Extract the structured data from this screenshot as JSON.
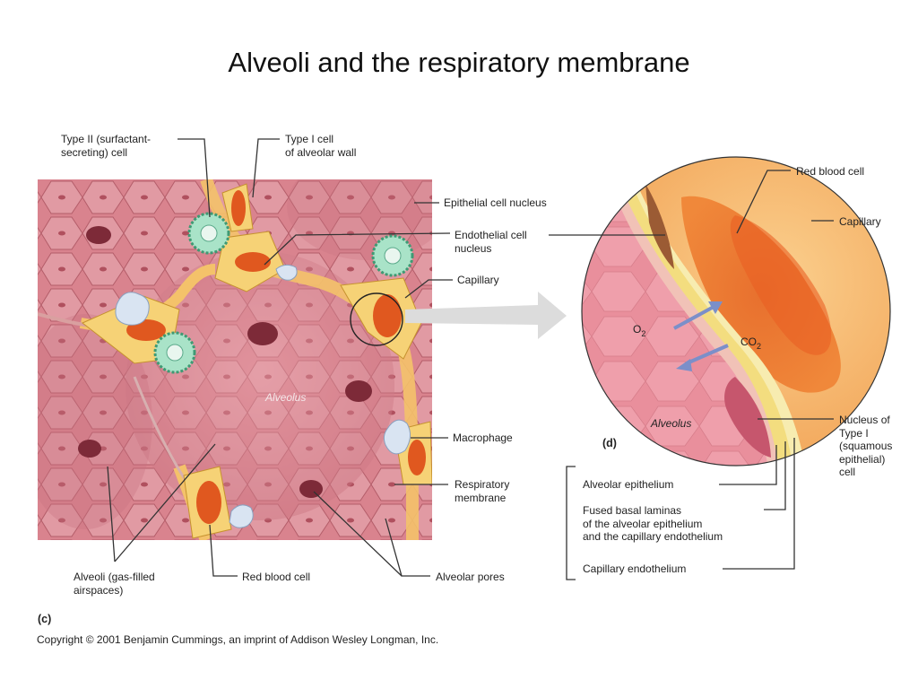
{
  "title": "Alveoli and the respiratory membrane",
  "panel_c": {
    "tag": "(c)",
    "alveolus_label": "Alveolus",
    "labels": {
      "type2": "Type II (surfactant-\nsecreting) cell",
      "type1": "Type I cell\nof alveolar wall",
      "epithelial_nucleus": "Epithelial cell nucleus",
      "endothelial_nucleus": "Endothelial cell\nnucleus",
      "capillary": "Capillary",
      "macrophage": "Macrophage",
      "respiratory_membrane": "Respiratory\nmembrane",
      "alveolar_pores": "Alveolar pores",
      "red_blood_cell": "Red blood cell",
      "alveoli": "Alveoli (gas-filled\nairspaces)"
    }
  },
  "panel_d": {
    "tag": "(d)",
    "alveolus_label": "Alveolus",
    "o2": "O",
    "o2_sub": "2",
    "co2": "CO",
    "co2_sub": "2",
    "labels": {
      "red_blood_cell": "Red blood cell",
      "capillary": "Capillary",
      "nucleus_type1": "Nucleus of\nType I\n(squamous\nepithelial)\ncell",
      "alveolar_epithelium": "Alveolar epithelium",
      "fused_basal": "Fused basal laminas\nof the alveolar epithelium\nand the capillary endothelium",
      "capillary_endothelium": "Capillary endothelium"
    }
  },
  "copyright": "Copyright © 2001 Benjamin Cummings, an imprint of Addison Wesley Longman, Inc."
}
